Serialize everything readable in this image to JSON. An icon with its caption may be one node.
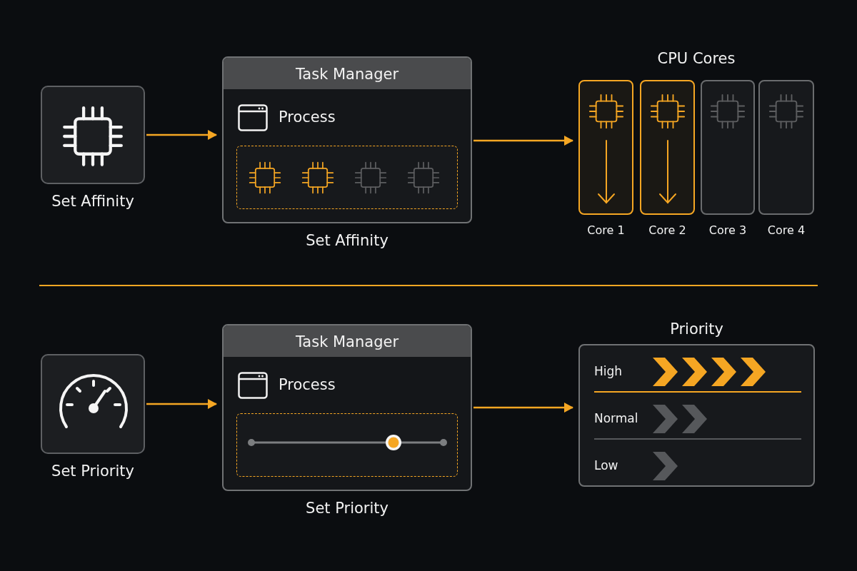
{
  "diagram": {
    "nodes": [
      {
        "text": [
          "Set Affinity"
        ]
      },
      {
        "text": [
          "Task Manager",
          "Process"
        ],
        "beside": [
          "Set Affinity"
        ]
      },
      {
        "text": [
          "Core 1"
        ]
      },
      {
        "text": [
          "Core 2"
        ]
      },
      {
        "text": [
          "Core 3"
        ]
      },
      {
        "text": [
          "Core 4"
        ]
      },
      {
        "text": [
          "Set Priority"
        ]
      },
      {
        "text": [
          "Task Manager",
          "Process"
        ],
        "beside": [
          "Set Priority"
        ]
      },
      {
        "text": [
          "Priority",
          "High",
          "Normal",
          "Low"
        ]
      }
    ],
    "edges": [
      {
        "from": 0,
        "to": 1,
        "arrow": "to"
      },
      {
        "from": 1,
        "to": 2,
        "arrow": "to"
      },
      {
        "from": 6,
        "to": 7,
        "arrow": "to"
      },
      {
        "from": 7,
        "to": 8,
        "arrow": "to"
      }
    ],
    "labels": [
      "CPU Cores"
    ]
  }
}
